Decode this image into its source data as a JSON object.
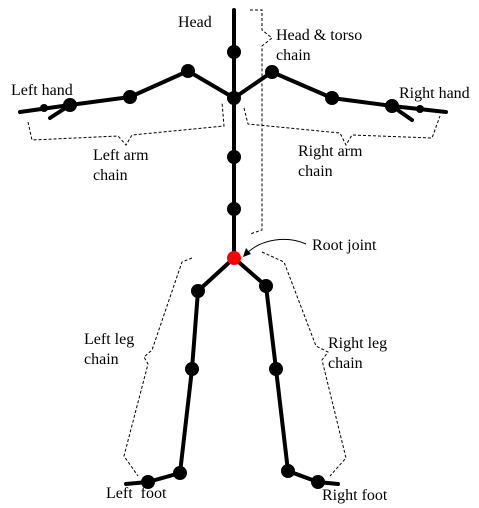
{
  "labels": {
    "head": "Head",
    "head_torso_chain": [
      "Head & torso",
      "chain"
    ],
    "left_hand": "Left hand",
    "right_hand": "Right hand",
    "left_arm_chain": [
      "Left arm",
      "chain"
    ],
    "right_arm_chain": [
      "Right arm",
      "chain"
    ],
    "root_joint": "Root joint",
    "left_leg_chain": [
      "Left leg",
      "chain"
    ],
    "right_leg_chain": [
      "Right leg",
      "chain"
    ],
    "left_foot": "Left  foot",
    "right_foot": "Right foot"
  },
  "colors": {
    "bone": "#000000",
    "joint": "#000000",
    "root_joint": "#ff0000",
    "bracket": "#000000"
  }
}
